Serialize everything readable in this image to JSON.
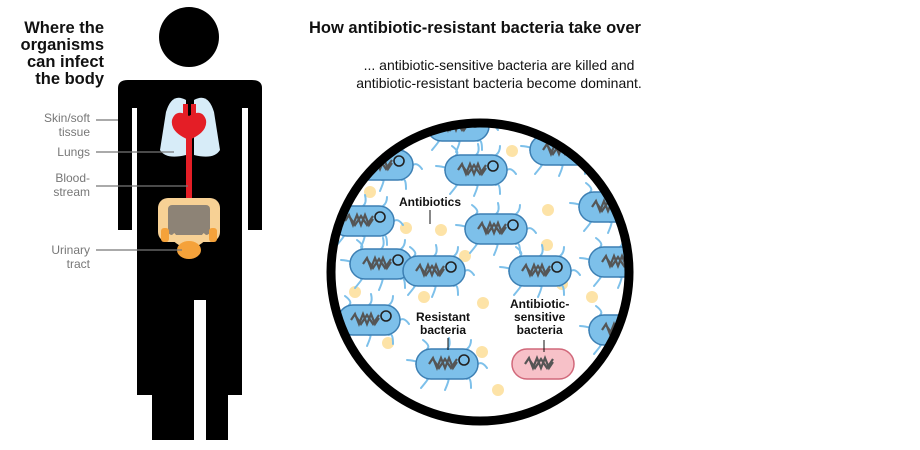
{
  "left_panel": {
    "title_lines": [
      "Where the",
      "organisms",
      "can infect",
      "the body"
    ],
    "labels": {
      "skin": [
        "Skin/soft",
        "tissue"
      ],
      "lungs": "Lungs",
      "blood": [
        "Blood-",
        "stream"
      ],
      "urinary": [
        "Urinary",
        "tract"
      ]
    }
  },
  "right_panel": {
    "title": "How antibiotic-resistant bacteria take over",
    "subtitle_lines": [
      "... antibiotic-sensitive bacteria are killed and",
      "antibiotic-resistant bacteria become dominant."
    ],
    "labels": {
      "antibiotics": "Antibiotics",
      "resistant": [
        "Resistant",
        "bacteria"
      ],
      "sensitive": [
        "Antibiotic-",
        "sensitive",
        "bacteria"
      ]
    }
  },
  "colors": {
    "silhouette": "#000000",
    "lungs": "#d7ecf8",
    "heart": "#e41e26",
    "intestine": "#f7d195",
    "bladder": "#f5a23a",
    "resistant_fill": "#7dc0ea",
    "sensitive_fill": "#f7c1c8",
    "antibiotic_dot": "#fde3a7",
    "flagella": "#7dc0ea"
  }
}
